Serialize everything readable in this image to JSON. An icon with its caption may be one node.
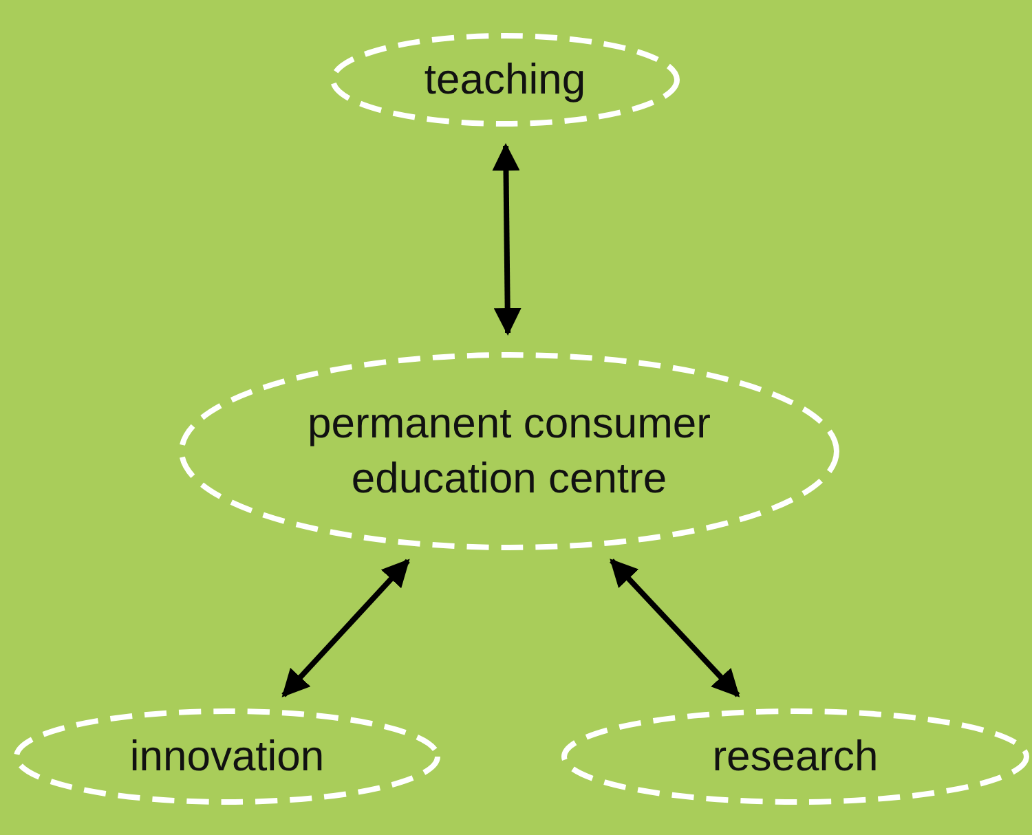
{
  "diagram": {
    "nodes": [
      {
        "text": [
          "teaching"
        ]
      },
      {
        "text": [
          "permanent consumer education centre"
        ]
      },
      {
        "text": [
          "innovation"
        ]
      },
      {
        "text": [
          "research"
        ]
      }
    ],
    "edges": [
      {
        "from": 0,
        "to": 1,
        "arrow": "both"
      },
      {
        "from": 1,
        "to": 2,
        "arrow": "both"
      },
      {
        "from": 1,
        "to": 3,
        "arrow": "both"
      }
    ]
  }
}
